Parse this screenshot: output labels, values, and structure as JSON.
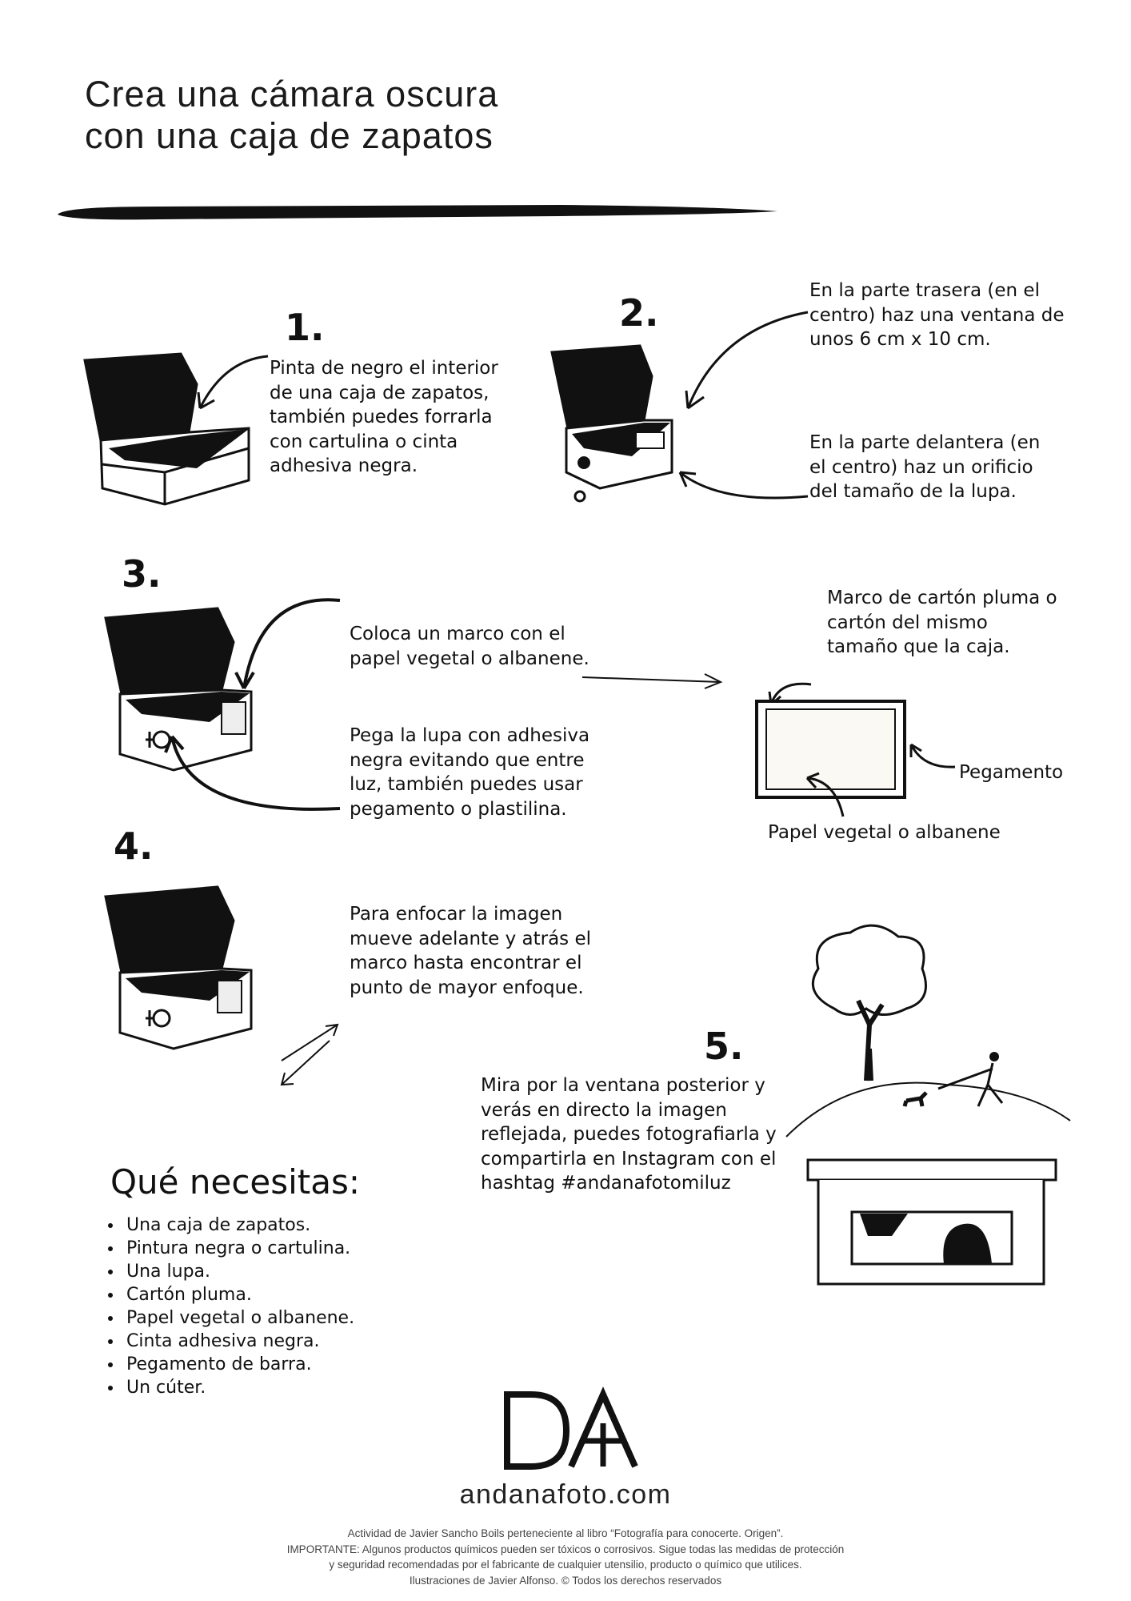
{
  "title": {
    "line1": "Crea una cámara oscura",
    "line2": "con una caja de zapatos"
  },
  "steps": [
    {
      "number": "1.",
      "paragraphs": [
        "Pinta de negro el interior de una caja de zapatos, también puedes forrarla con cartulina o cinta adhesiva negra."
      ]
    },
    {
      "number": "2.",
      "paragraphs": [
        "En la parte trasera (en el centro)  haz una ventana de unos 6 cm x 10 cm.",
        "En la parte delantera (en el centro) haz un orificio del tamaño de la lupa."
      ]
    },
    {
      "number": "3.",
      "paragraphs": [
        "Coloca un marco con el papel vegetal o albanene.",
        "Pega la lupa con adhesiva negra evitando que entre luz, también puedes usar pegamento o plastilina."
      ]
    },
    {
      "number": "4.",
      "paragraphs": [
        "Para enfocar la imagen mueve adelante y atrás el marco hasta encontrar el punto de mayor enfoque."
      ]
    },
    {
      "number": "5.",
      "paragraphs": [
        "Mira por la ventana posterior y verás en directo la imagen reflejada, puedes fotografiarla y compartirla en Instagram con el hashtag #andanafotomiluz"
      ]
    }
  ],
  "frame_labels": {
    "frame": "Marco de cartón pluma o cartón del mismo tamaño que la caja.",
    "glue": "Pegamento",
    "paper": "Papel vegetal o albanene"
  },
  "needs": {
    "title": "Qué necesitas:",
    "items": [
      "Una caja de zapatos.",
      "Pintura negra o cartulina.",
      "Una lupa.",
      "Cartón pluma.",
      "Papel vegetal o albanene.",
      "Cinta adhesiva negra.",
      "Pegamento de barra.",
      "Un cúter."
    ]
  },
  "brand": {
    "logo": "DA",
    "site": "andanafoto.com"
  },
  "footer": {
    "line1": "Actividad de Javier Sancho Boils perteneciente al libro “Fotografía para conocerte. Origen”.",
    "line2": "IMPORTANTE: Algunos productos químicos pueden ser tóxicos o corrosivos. Sigue todas las medidas de protección",
    "line3": "y seguridad recomendadas por el fabricante de cualquier utensilio, producto o químico que utilices.",
    "line4": "Ilustraciones de Javier Alfonso.  © Todos los derechos reservados"
  }
}
